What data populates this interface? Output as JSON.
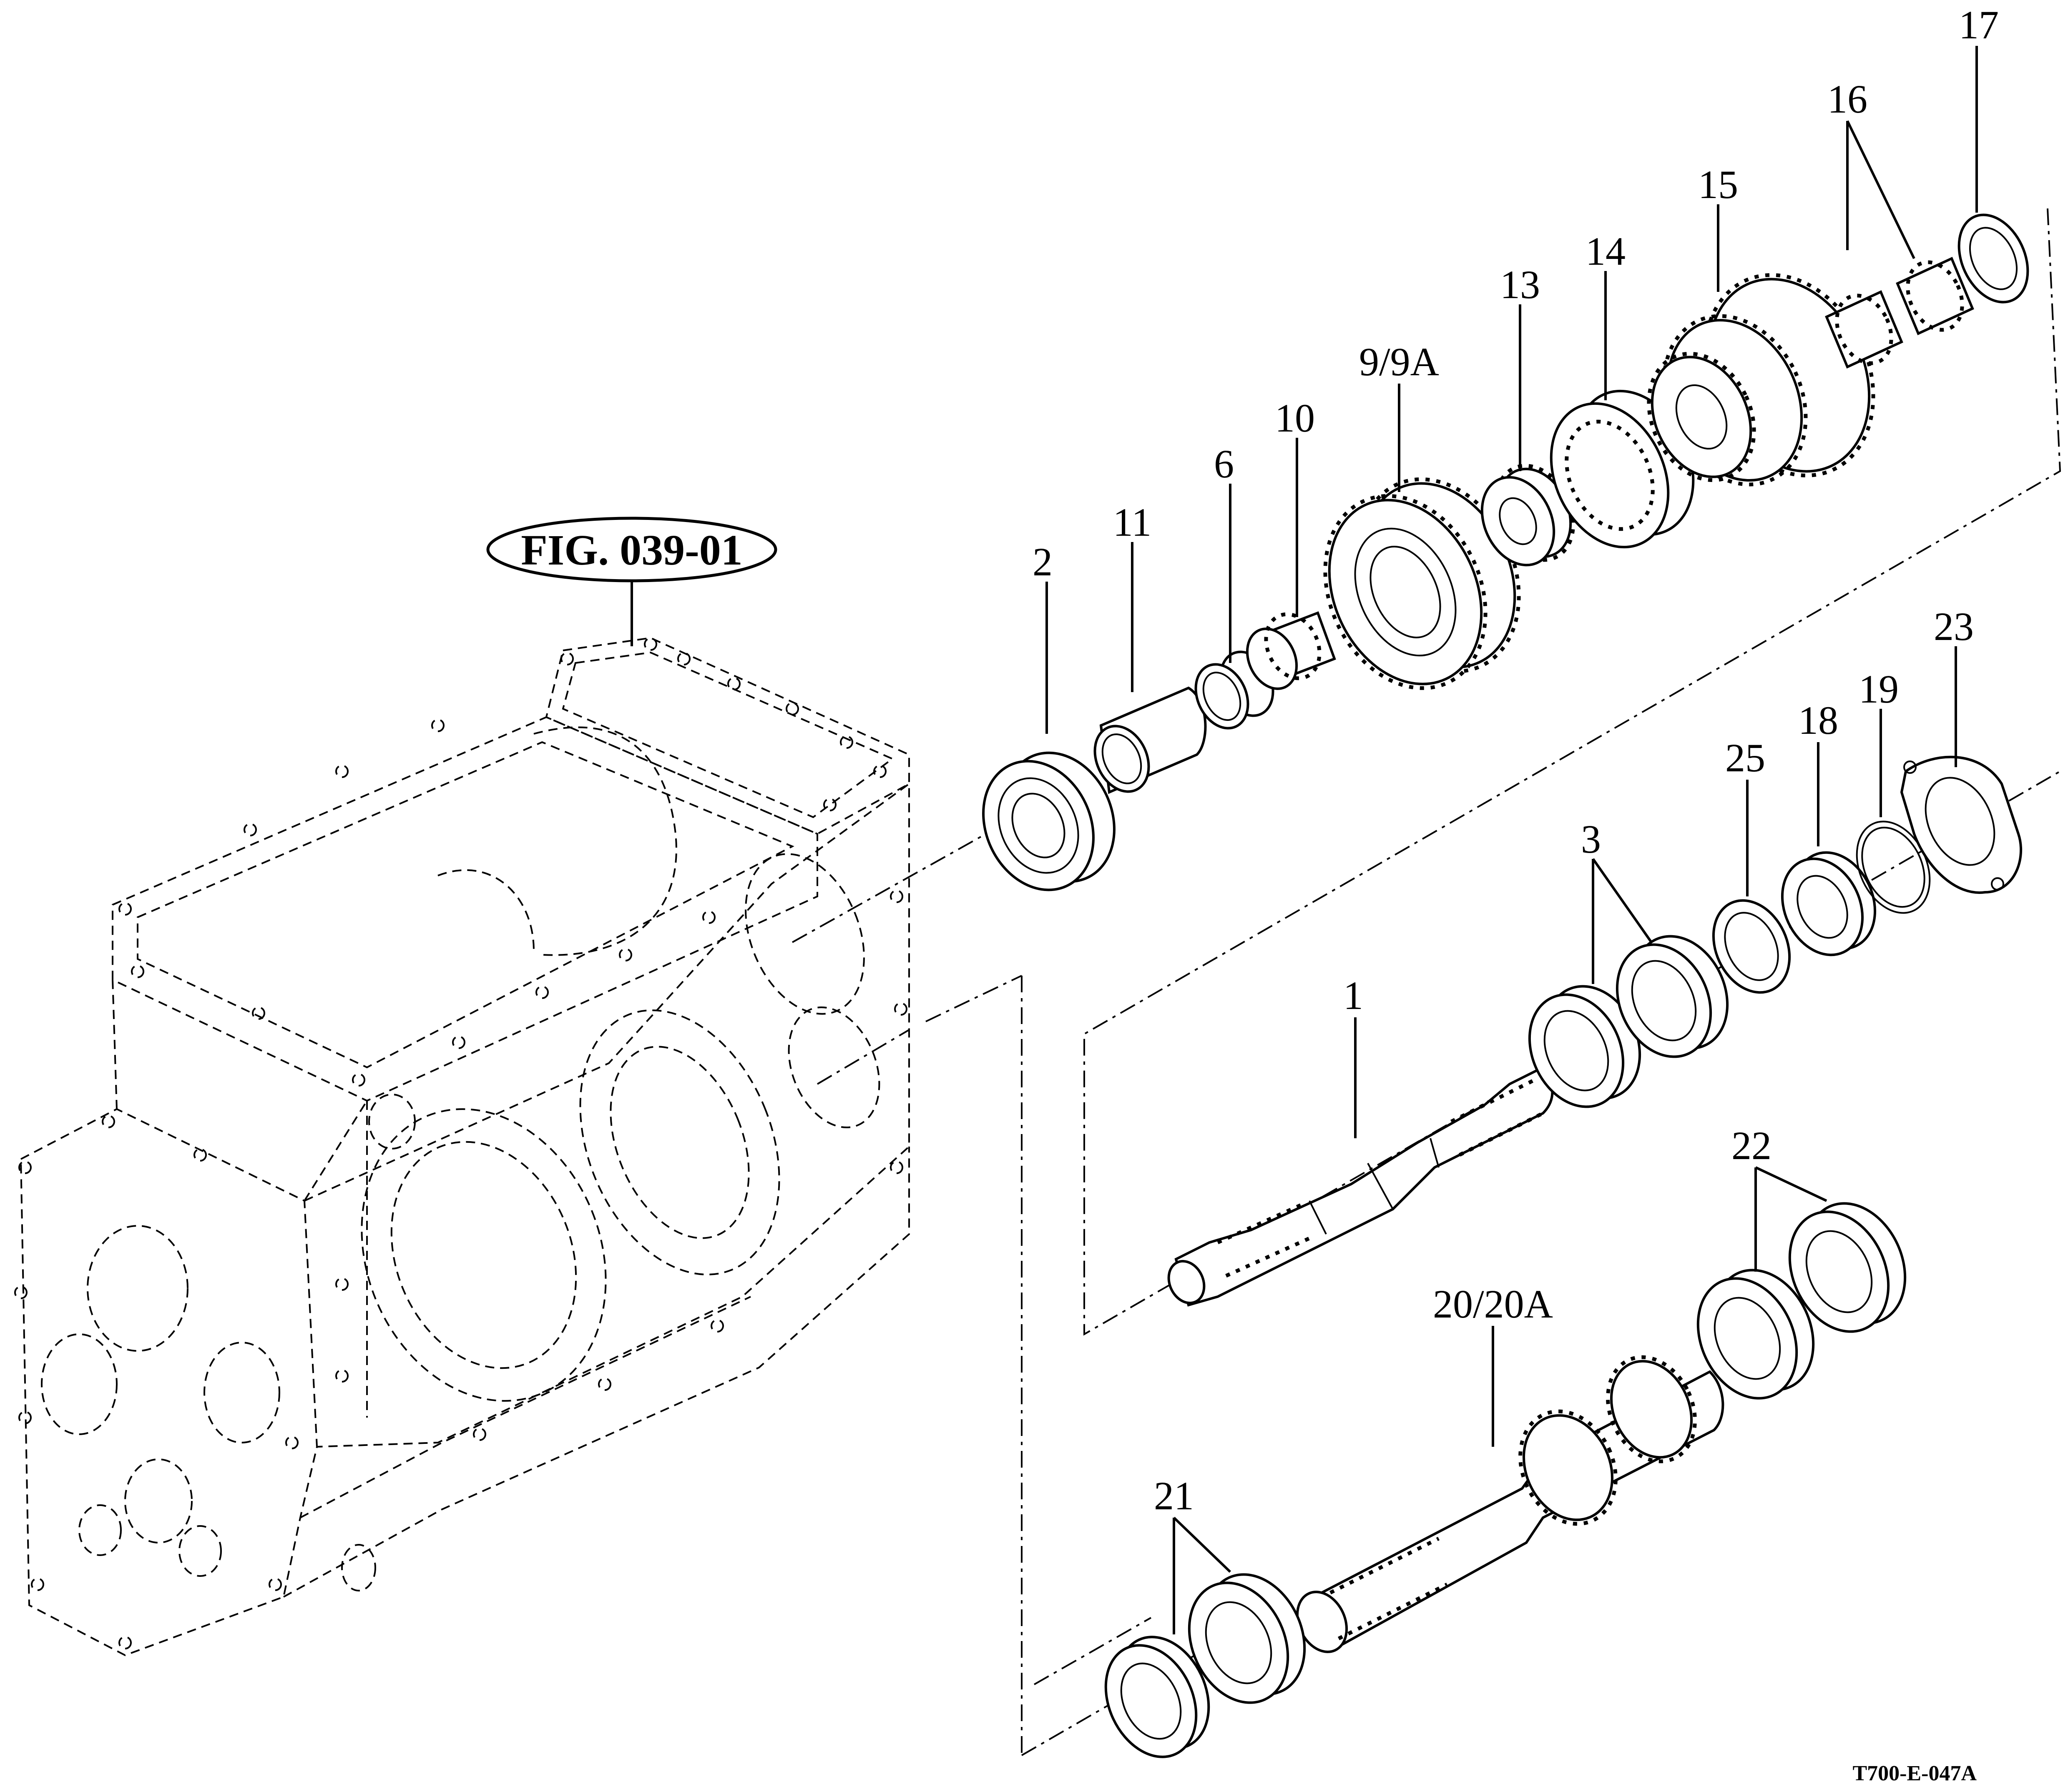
{
  "figure_reference": "FIG. 039-01",
  "drawing_number": "T700-E-047A",
  "callouts": {
    "c1": "1",
    "c2": "2",
    "c3": "3",
    "c6": "6",
    "c9": "9/9A",
    "c10": "10",
    "c11": "11",
    "c13": "13",
    "c14": "14",
    "c15": "15",
    "c16": "16",
    "c17": "17",
    "c18": "18",
    "c19": "19",
    "c20": "20/20A",
    "c21": "21",
    "c22": "22",
    "c23": "23",
    "c25": "25"
  }
}
